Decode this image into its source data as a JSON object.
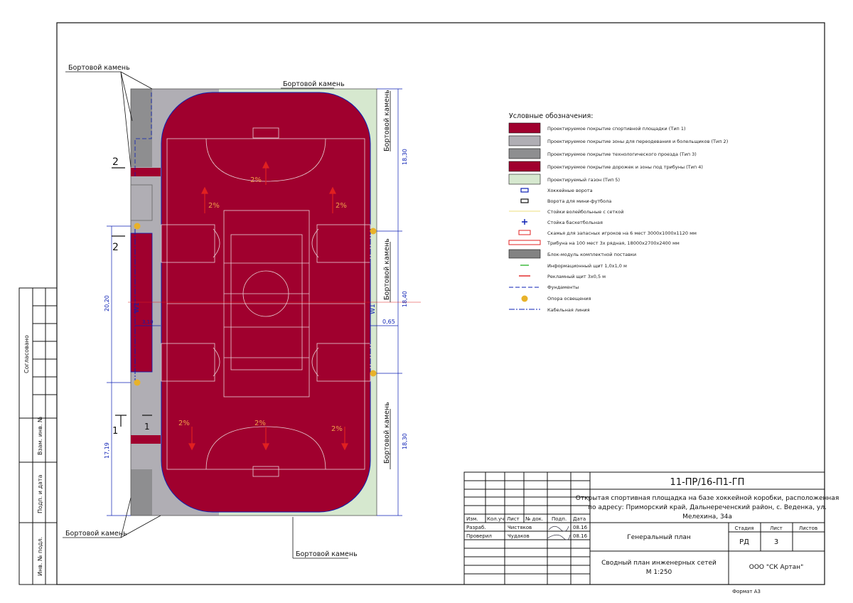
{
  "drawing": {
    "labels": {
      "curb_top_left": "Бортовой камень",
      "curb_top": "Бортовой камень",
      "curb_right_top": "Бортовой камень",
      "curb_right_mid": "Бортовой камень",
      "curb_right_bottom": "Бортовой камень",
      "curb_bottom_left": "Бортовой камень",
      "curb_bottom": "Бортовой камень"
    },
    "sections": {
      "s2_top": "2",
      "s2_mid": "2",
      "s1_left": "1",
      "s1_right": "1"
    },
    "slopes": [
      "2%",
      "2%",
      "2%",
      "2%",
      "2%",
      "2%"
    ],
    "dimensions": {
      "right_top": "18,30",
      "right_mid": "18,40",
      "right_bottom": "18,30",
      "right_offset": "0,65",
      "left_mid": "20,20",
      "left_bottom": "17,19",
      "left_small": "3,10"
    },
    "cable_tag": "W1",
    "colors": {
      "court": "#a0002e",
      "seating": "#b0aeb4",
      "driveway": "#8e8e90",
      "lawn": "#d6e8cf",
      "container": "#838383",
      "cable": "#0b1fb4",
      "light_pole": "#e8b22a"
    }
  },
  "legend": {
    "title": "Условные обозначения:",
    "items": [
      {
        "text": "Проектируемое покрытие спортивной площадки (Тип 1)",
        "icon": "swatch-court"
      },
      {
        "text": "Проектируемое покрытие зоны для переодевания и болельщиков (Тип 2)",
        "icon": "swatch-seating"
      },
      {
        "text": "Проектируемое покрытие  технологического проезда (Тип 3)",
        "icon": "swatch-driveway"
      },
      {
        "text": "Проектируемое покрытие дорожек и зоны под трибуны (Тип 4)",
        "icon": "swatch-paths"
      },
      {
        "text": "Проектируемый газон (Тип 5)",
        "icon": "swatch-lawn"
      },
      {
        "text": "Хоккейные ворота",
        "icon": "hockey-goal-icon"
      },
      {
        "text": "Ворота для мини-футбола",
        "icon": "futsal-goal-icon"
      },
      {
        "text": "Стойки волейбольные с сеткой",
        "icon": "volleyball-net-icon"
      },
      {
        "text": "Стойка баскетбольная",
        "icon": "basketball-stand-icon"
      },
      {
        "text": "Скамья для запасных игроков на 6 мест 3000х1000х1120 мм",
        "icon": "bench-icon"
      },
      {
        "text": "Трибуна на 100 мест 3х рядная, 18000х2700х2400 мм",
        "icon": "stand-icon"
      },
      {
        "text": "Блок-модуль комплектной поставки",
        "icon": "container-icon"
      },
      {
        "text": "Информационный щит 1,0х1,0 м",
        "icon": "info-board-icon"
      },
      {
        "text": "Рекламный щит 3х0,5 м",
        "icon": "ad-board-icon"
      },
      {
        "text": "Фундаменты",
        "icon": "foundation-icon"
      },
      {
        "text": "Опора освещения",
        "icon": "light-pole-icon"
      },
      {
        "text": "Кабельная линия",
        "icon": "cable-line-icon"
      }
    ]
  },
  "side_stamp": {
    "agreed": "Согласовано",
    "inv_no": "Инв. № подл.",
    "sign_date": "Подп. и дата",
    "replace_inv": "Взам. инв. №"
  },
  "title_block": {
    "code": "11-ПР/16-П1-ГП",
    "project": "Открытая спортивная площадка на базе хоккейной коробки, расположенная по адресу: Приморский край, Дальнереченский район, с. Веденка, ул. Мелехина, 34а",
    "headers": [
      "Изм.",
      "Кол.уч",
      "Лист",
      "№ док.",
      "Подп.",
      "Дата"
    ],
    "roles": [
      {
        "role": "Разраб.",
        "name": "Чистяков",
        "date": "08.16"
      },
      {
        "role": "Проверил",
        "name": "Чудаков",
        "date": "08.16"
      }
    ],
    "sheet_title": "Генеральный план",
    "stage_label": "Стадия",
    "sheet_label": "Лист",
    "sheets_label": "Листов",
    "stage": "РД",
    "sheet": "3",
    "sheets": "",
    "drawing_name_1": "Сводный план инженерных сетей",
    "drawing_name_2": "М 1:250",
    "company": "ООО \"СК Артан\"",
    "format": "Формат А3"
  }
}
